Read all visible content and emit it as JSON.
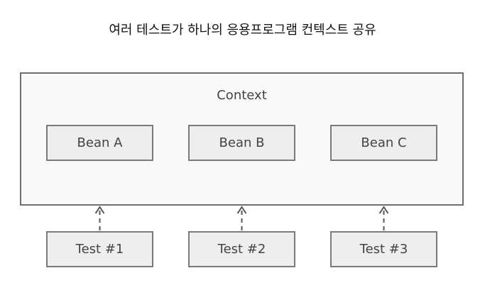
{
  "title": "여러 테스트가 하나의 응용프로그램 컨텍스트 공유",
  "context": {
    "label": "Context",
    "beans": [
      "Bean A",
      "Bean B",
      "Bean C"
    ]
  },
  "tests": [
    "Test #1",
    "Test #2",
    "Test #3"
  ],
  "colors": {
    "border": "#6e6e6e",
    "box_fill": "#eeeeee",
    "context_fill": "#f8f8f8",
    "text": "#444444",
    "arrow": "#555555"
  }
}
